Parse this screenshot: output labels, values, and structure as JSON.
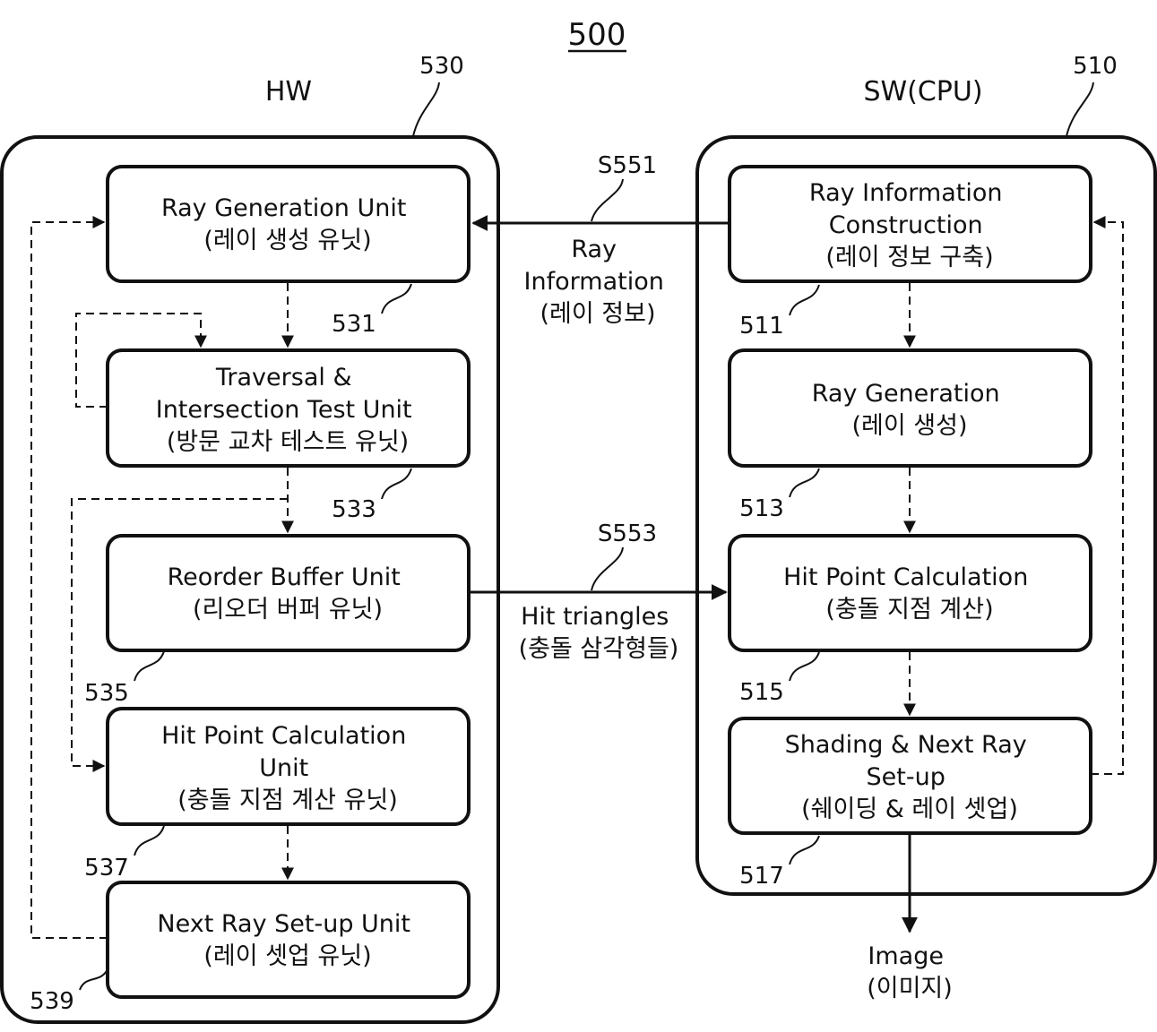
{
  "figure": {
    "number": "500"
  },
  "hw": {
    "header": "HW",
    "ref": "530",
    "units": [
      {
        "id": "ray-generation-unit",
        "ref": "531",
        "lines": [
          "Ray Generation Unit",
          "(레이 생성 유닛)"
        ]
      },
      {
        "id": "traversal-intersection-test-unit",
        "ref": "533",
        "lines": [
          "Traversal &",
          "Intersection Test Unit",
          "(방문 교차 테스트 유닛)"
        ]
      },
      {
        "id": "reorder-buffer-unit",
        "ref": "535",
        "lines": [
          "Reorder Buffer Unit",
          "(리오더 버퍼 유닛)"
        ]
      },
      {
        "id": "hit-point-calculation-unit",
        "ref": "537",
        "lines": [
          "Hit Point Calculation",
          "Unit",
          "(충돌 지점 계산 유닛)"
        ]
      },
      {
        "id": "next-ray-setup-unit",
        "ref": "539",
        "lines": [
          "Next Ray Set-up Unit",
          "(레이 셋업 유닛)"
        ]
      }
    ]
  },
  "sw": {
    "header": "SW(CPU)",
    "ref": "510",
    "steps": [
      {
        "id": "ray-information-construction",
        "ref": "511",
        "lines": [
          "Ray Information",
          "Construction",
          "(레이 정보 구축)"
        ]
      },
      {
        "id": "ray-generation",
        "ref": "513",
        "lines": [
          "Ray Generation",
          "(레이 생성)"
        ]
      },
      {
        "id": "hit-point-calculation",
        "ref": "515",
        "lines": [
          "Hit Point Calculation",
          "(충돌 지점 계산)"
        ]
      },
      {
        "id": "shading-next-ray-setup",
        "ref": "517",
        "lines": [
          "Shading & Next Ray",
          "Set-up",
          "(쉐이딩 & 레이 셋업)"
        ]
      }
    ]
  },
  "flows": {
    "s551": {
      "ref": "S551",
      "lines": [
        "Ray",
        "Information",
        "(레이 정보)"
      ]
    },
    "s553": {
      "ref": "S553",
      "lines": [
        "Hit triangles",
        "(충돌 삼각형들)"
      ]
    }
  },
  "output": {
    "lines": [
      "Image",
      "(이미지)"
    ]
  }
}
